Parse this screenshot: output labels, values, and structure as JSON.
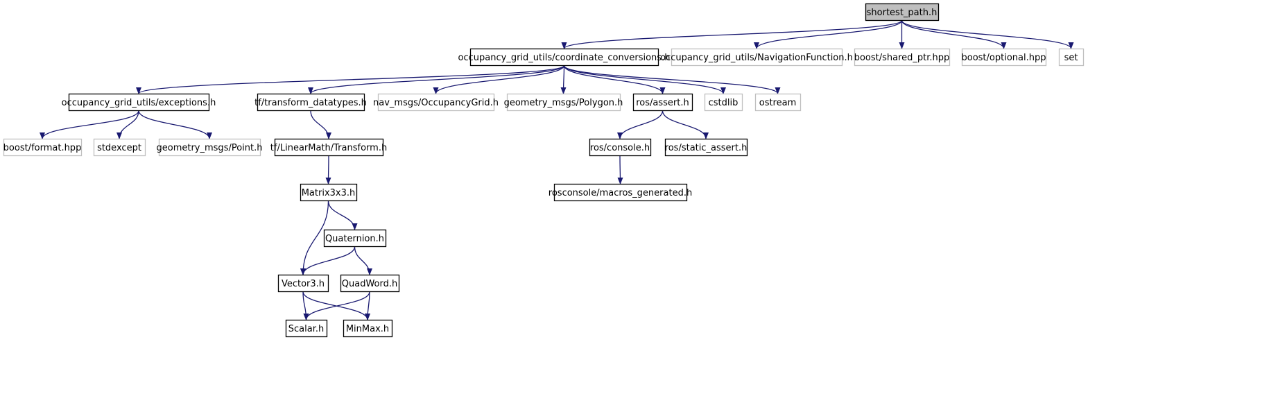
{
  "colors": {
    "edge": "#191970",
    "documented_border": "#000000",
    "external_border": "#bfbfbf",
    "root_fill": "#bfbfbf",
    "node_fill": "#ffffff"
  },
  "nodes": [
    {
      "id": "shortest_path",
      "label": "shortest_path.h",
      "kind": "root"
    },
    {
      "id": "coord_conv",
      "label": "occupancy_grid_utils/coordinate_conversions.h",
      "kind": "documented"
    },
    {
      "id": "nav_function",
      "label": "occupancy_grid_utils/NavigationFunction.h",
      "kind": "external"
    },
    {
      "id": "shared_ptr",
      "label": "boost/shared_ptr.hpp",
      "kind": "external"
    },
    {
      "id": "optional",
      "label": "boost/optional.hpp",
      "kind": "external"
    },
    {
      "id": "set",
      "label": "set",
      "kind": "external"
    },
    {
      "id": "exceptions",
      "label": "occupancy_grid_utils/exceptions.h",
      "kind": "documented"
    },
    {
      "id": "transform_datatypes",
      "label": "tf/transform_datatypes.h",
      "kind": "documented"
    },
    {
      "id": "occupancy_grid",
      "label": "nav_msgs/OccupancyGrid.h",
      "kind": "external"
    },
    {
      "id": "polygon",
      "label": "geometry_msgs/Polygon.h",
      "kind": "external"
    },
    {
      "id": "assert",
      "label": "ros/assert.h",
      "kind": "documented"
    },
    {
      "id": "cstdlib",
      "label": "cstdlib",
      "kind": "external"
    },
    {
      "id": "ostream",
      "label": "ostream",
      "kind": "external"
    },
    {
      "id": "format",
      "label": "boost/format.hpp",
      "kind": "external"
    },
    {
      "id": "stdexcept",
      "label": "stdexcept",
      "kind": "external"
    },
    {
      "id": "point",
      "label": "geometry_msgs/Point.h",
      "kind": "external"
    },
    {
      "id": "transform",
      "label": "tf/LinearMath/Transform.h",
      "kind": "documented"
    },
    {
      "id": "console",
      "label": "ros/console.h",
      "kind": "documented"
    },
    {
      "id": "static_assert",
      "label": "ros/static_assert.h",
      "kind": "documented"
    },
    {
      "id": "macros_generated",
      "label": "rosconsole/macros_generated.h",
      "kind": "documented"
    },
    {
      "id": "matrix3x3",
      "label": "Matrix3x3.h",
      "kind": "documented"
    },
    {
      "id": "quaternion",
      "label": "Quaternion.h",
      "kind": "documented"
    },
    {
      "id": "vector3",
      "label": "Vector3.h",
      "kind": "documented"
    },
    {
      "id": "quadword",
      "label": "QuadWord.h",
      "kind": "documented"
    },
    {
      "id": "scalar",
      "label": "Scalar.h",
      "kind": "documented"
    },
    {
      "id": "minmax",
      "label": "MinMax.h",
      "kind": "documented"
    }
  ],
  "edges": [
    {
      "from": "shortest_path",
      "to": "coord_conv"
    },
    {
      "from": "shortest_path",
      "to": "nav_function"
    },
    {
      "from": "shortest_path",
      "to": "shared_ptr"
    },
    {
      "from": "shortest_path",
      "to": "optional"
    },
    {
      "from": "shortest_path",
      "to": "set"
    },
    {
      "from": "coord_conv",
      "to": "exceptions"
    },
    {
      "from": "coord_conv",
      "to": "transform_datatypes"
    },
    {
      "from": "coord_conv",
      "to": "occupancy_grid"
    },
    {
      "from": "coord_conv",
      "to": "polygon"
    },
    {
      "from": "coord_conv",
      "to": "assert"
    },
    {
      "from": "coord_conv",
      "to": "cstdlib"
    },
    {
      "from": "coord_conv",
      "to": "ostream"
    },
    {
      "from": "exceptions",
      "to": "format"
    },
    {
      "from": "exceptions",
      "to": "stdexcept"
    },
    {
      "from": "exceptions",
      "to": "point"
    },
    {
      "from": "transform_datatypes",
      "to": "transform"
    },
    {
      "from": "assert",
      "to": "console"
    },
    {
      "from": "assert",
      "to": "static_assert"
    },
    {
      "from": "console",
      "to": "macros_generated"
    },
    {
      "from": "transform",
      "to": "matrix3x3"
    },
    {
      "from": "matrix3x3",
      "to": "vector3"
    },
    {
      "from": "matrix3x3",
      "to": "quaternion"
    },
    {
      "from": "quaternion",
      "to": "vector3"
    },
    {
      "from": "quaternion",
      "to": "quadword"
    },
    {
      "from": "vector3",
      "to": "scalar"
    },
    {
      "from": "vector3",
      "to": "minmax"
    },
    {
      "from": "quadword",
      "to": "scalar"
    },
    {
      "from": "quadword",
      "to": "minmax"
    }
  ]
}
